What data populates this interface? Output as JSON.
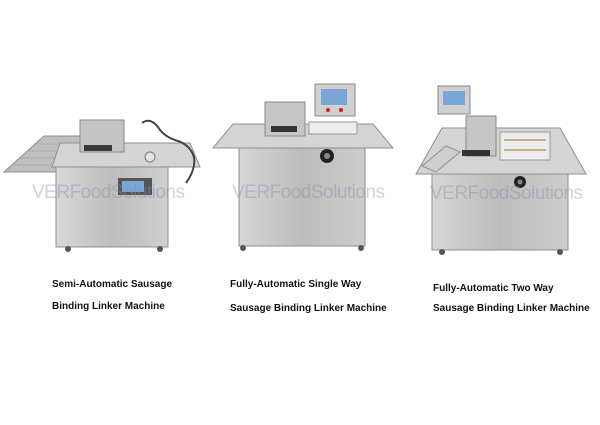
{
  "watermark": "VERFoodSolutions",
  "machines": [
    {
      "line1": "Semi-Automatic Sausage",
      "line2": "Binding Linker Machine"
    },
    {
      "line1": "Fully-Automatic Single Way",
      "line2": "Sausage Binding Linker Machine"
    },
    {
      "line1": "Fully-Automatic Two Way",
      "line2": "Sausage Binding Linker Machine"
    }
  ],
  "colors": {
    "steel": "#c9c9c9",
    "steel_dark": "#9e9e9e",
    "screen": "#7aa6d6",
    "caption": "#111111"
  }
}
